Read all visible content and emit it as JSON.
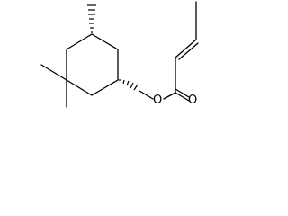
{
  "molecule": {
    "atoms": {
      "ester_oxygen": "O",
      "carbonyl_oxygen": "O"
    },
    "colors": {
      "bond": "#000000",
      "background": "#ffffff"
    },
    "wedge_style": "hashed"
  }
}
